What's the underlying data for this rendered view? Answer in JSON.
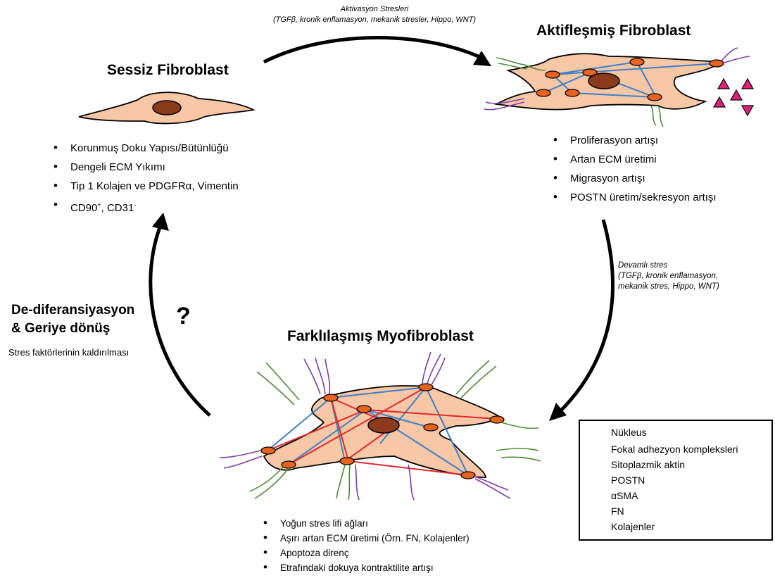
{
  "activation": {
    "title": "Aktivasyon Stresleri",
    "factors": "(TGFβ, kronik enflamasyon, mekanik stresler, Hippo, WNT)"
  },
  "quiescent": {
    "title": "Sessiz Fibroblast",
    "items": [
      "Korunmuş Doku Yapısı/Bütünlüğü",
      "Dengeli ECM Yıkımı",
      "Tip 1 Kolajen ve PDGFRα, Vimentin"
    ],
    "markers": {
      "cd90": "CD90",
      "cd90_sup": "+",
      "cd31": ", CD31",
      "cd31_sup": "-"
    }
  },
  "activated": {
    "title": "Aktifleşmiş Fibroblast",
    "items": [
      "Proliferasyon artışı",
      "Artan ECM üretimi",
      "Migrasyon artışı",
      "POSTN üretim/sekresyon artışı"
    ]
  },
  "sustained": {
    "title": "Devamlı stres",
    "line1": "(TGFβ, kronik enflamasyon,",
    "line2": "mekanik stres, Hippo, WNT)"
  },
  "dediff": {
    "line1": "De-diferansiyasyon",
    "line2": "& Geriye dönüş",
    "question": "?",
    "note": "Stres faktörlerinin kaldırılması"
  },
  "myofibroblast": {
    "title": "Farklılaşmış Myofibroblast",
    "items": [
      "Yoğun stres lifi ağları",
      "Aşırı artan ECM üretimi (Örn. FN, Kolajenler)",
      "Apoptoza direnç",
      "Etrafındaki dokuya kontraktilite artışı"
    ]
  },
  "legend": [
    {
      "icon": "nucleus",
      "label": "Nükleus"
    },
    {
      "icon": "focal-adhesion",
      "label": "Fokal adhezyon kompleksleri"
    },
    {
      "icon": "actin-line",
      "label": "Sitoplazmik aktin"
    },
    {
      "icon": "postn-triangle",
      "label": "POSTN"
    },
    {
      "icon": "asma-line",
      "label": "αSMA"
    },
    {
      "icon": "fn-wave",
      "label": "FN"
    },
    {
      "icon": "collagen-wave",
      "label": "Kolajenler"
    }
  ],
  "colors": {
    "cell": "#f8c7a6",
    "nucleus": "#8b3a1c",
    "focal_adhesion": "#e8641e",
    "actin": "#3b7fc7",
    "asma": "#e4262a",
    "postn": "#e0217a",
    "fn": "#4e8a36",
    "collagen": "#7d3cab"
  }
}
